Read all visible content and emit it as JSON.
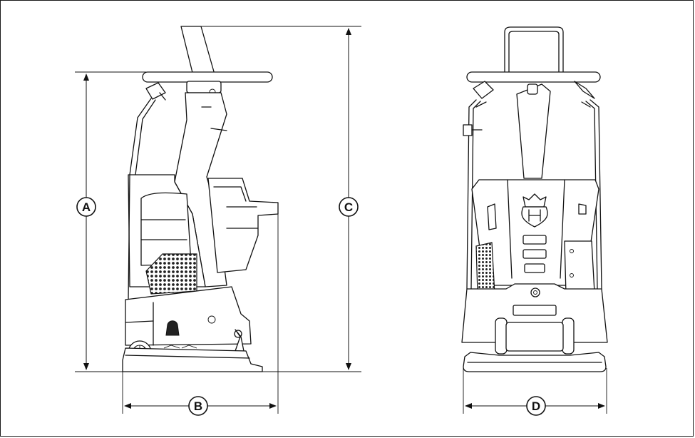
{
  "labels": {
    "height_handle": "A",
    "length": "B",
    "height_total": "C",
    "width": "D"
  },
  "icons": {
    "brand_logo": "husqvarna-crown-h-logo"
  }
}
